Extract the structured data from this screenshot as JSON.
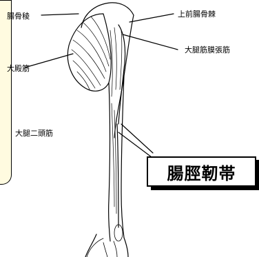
{
  "labels": {
    "iliac_crest": "腸骨稜",
    "asis": "上前腸骨棘",
    "gluteus_maximus": "大殿筋",
    "tensor_fasciae_latae": "大腿筋膜張筋",
    "biceps_femoris": "大腿二頭筋",
    "iliotibial_band": "腸脛靭帯"
  },
  "colors": {
    "line": "#000000",
    "box_fill": "#fffbe0",
    "background": "#ffffff"
  }
}
